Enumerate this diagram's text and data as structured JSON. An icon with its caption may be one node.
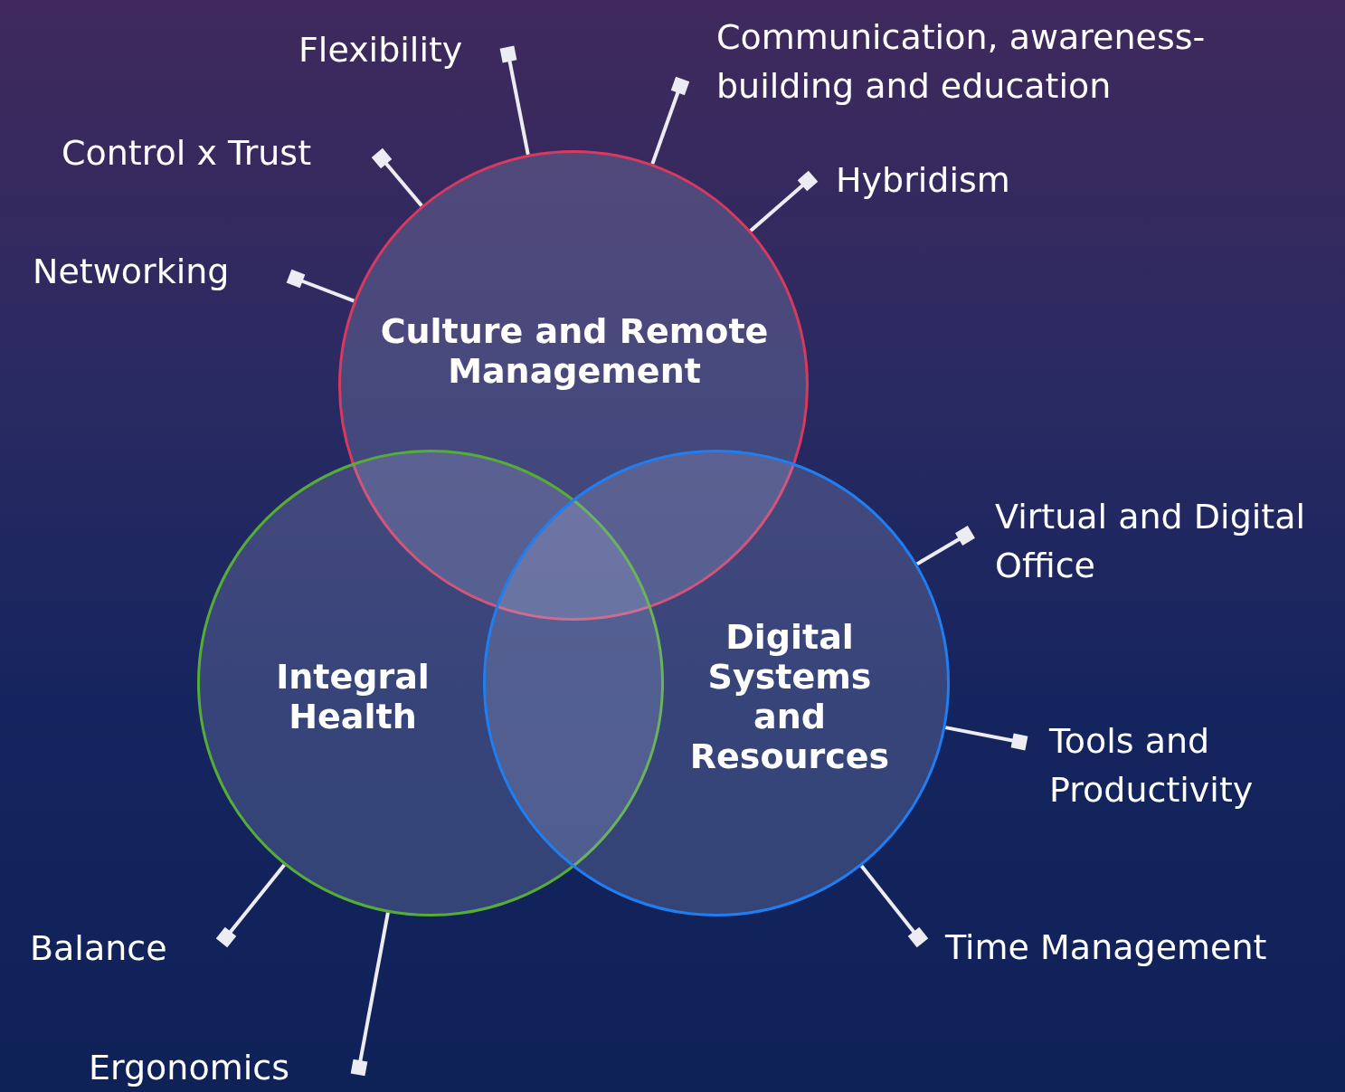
{
  "diagram": {
    "nodes": [
      {
        "text": [
          "Culture and Remote Management"
        ]
      },
      {
        "text": [
          "Integral Health"
        ]
      },
      {
        "text": [
          "Digital Systems and Resources"
        ]
      },
      {
        "text": [
          "Flexibility"
        ]
      },
      {
        "text": [
          "Communication, awareness-building and education"
        ]
      },
      {
        "text": [
          "Control x Trust"
        ]
      },
      {
        "text": [
          "Hybridism"
        ]
      },
      {
        "text": [
          "Networking"
        ]
      },
      {
        "text": [
          "Virtual and Digital Office"
        ]
      },
      {
        "text": [
          "Tools and Productivity"
        ]
      },
      {
        "text": [
          "Balance"
        ]
      },
      {
        "text": [
          "Time Management"
        ]
      },
      {
        "text": [
          "Ergonomics"
        ]
      }
    ],
    "edges": [
      {
        "from": 3,
        "to": 0,
        "arrow": "other"
      },
      {
        "from": 4,
        "to": 0,
        "arrow": "other"
      },
      {
        "from": 5,
        "to": 0,
        "arrow": "other"
      },
      {
        "from": 6,
        "to": 0,
        "arrow": "other"
      },
      {
        "from": 7,
        "to": 0,
        "arrow": "other"
      },
      {
        "from": 8,
        "to": 2,
        "arrow": "other"
      },
      {
        "from": 9,
        "to": 2,
        "arrow": "other"
      },
      {
        "from": 10,
        "to": 1,
        "arrow": "other"
      },
      {
        "from": 11,
        "to": 2,
        "arrow": "other"
      },
      {
        "from": 12,
        "to": 1,
        "arrow": "other"
      }
    ]
  }
}
